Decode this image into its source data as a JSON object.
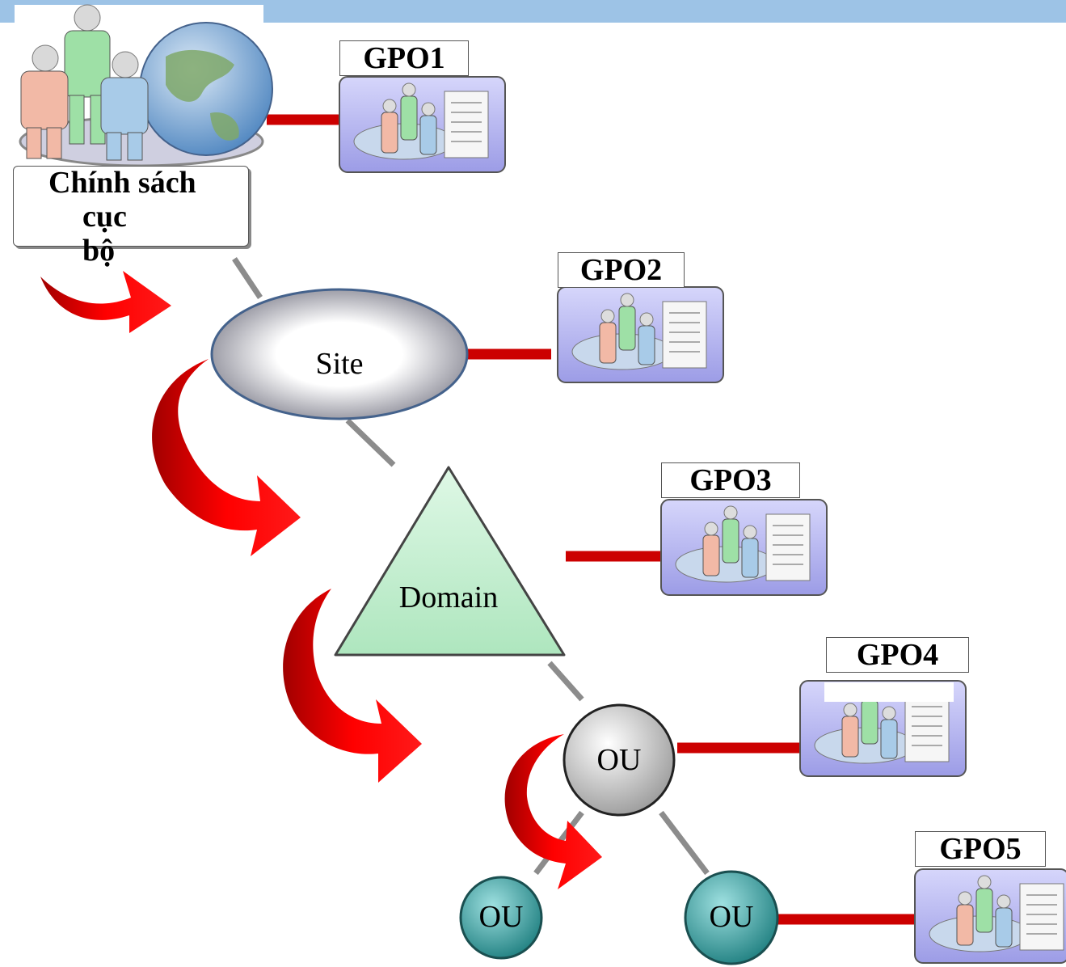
{
  "local_policy": {
    "line1": "Chính sách",
    "line2": "cục",
    "line3": "bộ"
  },
  "nodes": {
    "site": "Site",
    "domain": "Domain",
    "ou_main": "OU",
    "ou_left": "OU",
    "ou_right": "OU"
  },
  "gpos": [
    "GPO1",
    "GPO2",
    "GPO3",
    "GPO4",
    "GPO5"
  ],
  "colors": {
    "header_bar": "#9dc3e6",
    "link_red": "#cc0000",
    "connector_gray": "#8c8c8c",
    "gpo_bg": "#b8b8f0",
    "site_fill": "#e8e8ee",
    "domain_fill": "#c6f0d2",
    "ou_fill": "#d8d8d8",
    "ou_child_fill": "#3fa6a6"
  },
  "icons": [
    "people-globe-icon",
    "gpo-policy-icon"
  ]
}
